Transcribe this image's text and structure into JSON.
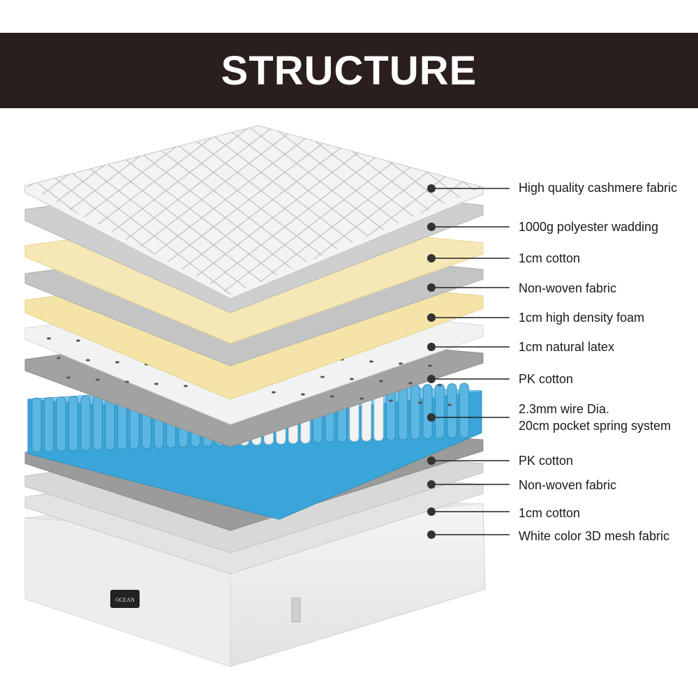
{
  "header": {
    "title": "STRUCTURE"
  },
  "colors": {
    "banner": "#2a1f1c",
    "gray_layer": "#bdbdbd",
    "cream_layer": "#f4e4a8",
    "spring_blue": "#3aa5d8",
    "spring_white": "#f2f2f2"
  },
  "layers": [
    {
      "label": "High quality cashmere fabric"
    },
    {
      "label": "1000g polyester wadding"
    },
    {
      "label": "1cm cotton"
    },
    {
      "label": "Non-woven fabric"
    },
    {
      "label": "1cm high density foam"
    },
    {
      "label": "1cm natural latex"
    },
    {
      "label": "PK cotton"
    },
    {
      "label": "2.3mm wire Dia.",
      "label2": "20cm pocket spring system"
    },
    {
      "label": "PK cotton"
    },
    {
      "label": "Non-woven fabric"
    },
    {
      "label": "1cm cotton"
    },
    {
      "label": "White color 3D mesh fabric"
    }
  ],
  "brand_tag": {
    "text": "OCEAN"
  }
}
